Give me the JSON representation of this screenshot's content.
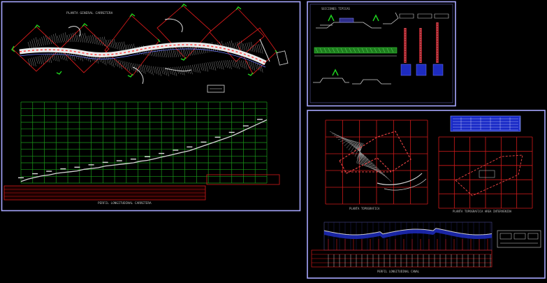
{
  "sheets": {
    "left": {
      "plan_title": "PLANTA GENERAL CARRETERA",
      "profile_title": "PERFIL LONGITUDINAL CARRETERA",
      "profile_chart": {
        "type": "line",
        "x": [
          0,
          1,
          2,
          3,
          4,
          5,
          6,
          7,
          8,
          9,
          10,
          11,
          12,
          13,
          14,
          15,
          16,
          17,
          18,
          19,
          20,
          21,
          22,
          23,
          24,
          25,
          26,
          27,
          28,
          29,
          30,
          31,
          32,
          33,
          34,
          35
        ],
        "y": [
          2,
          5,
          7,
          9,
          10,
          12,
          13,
          14,
          15,
          17,
          18,
          19,
          21,
          22,
          23,
          24,
          25,
          27,
          28,
          30,
          32,
          34,
          36,
          38,
          40,
          43,
          46,
          49,
          52,
          55,
          58,
          62,
          66,
          70,
          74,
          78
        ]
      }
    },
    "top_right": {
      "section_title": "SECCIONES TIPICAS"
    },
    "bottom_right": {
      "plan_title": "PLANTA TOPOGRAFICA",
      "site_title": "PLANTA TOPOGRAFICA AREA INTERVENIDA",
      "profile_title": "PERFIL LONGITUDINAL CANAL"
    }
  },
  "colors": {
    "background": "#000000",
    "frame": "#a7a7ff",
    "grid_red": "#d21a1a",
    "corner_green": "#1fd51f",
    "profile_grid": "#1a9a1a",
    "terrain": "#c9c9c9",
    "accent_blue": "#3c5bff",
    "label_red": "#cc1515"
  }
}
